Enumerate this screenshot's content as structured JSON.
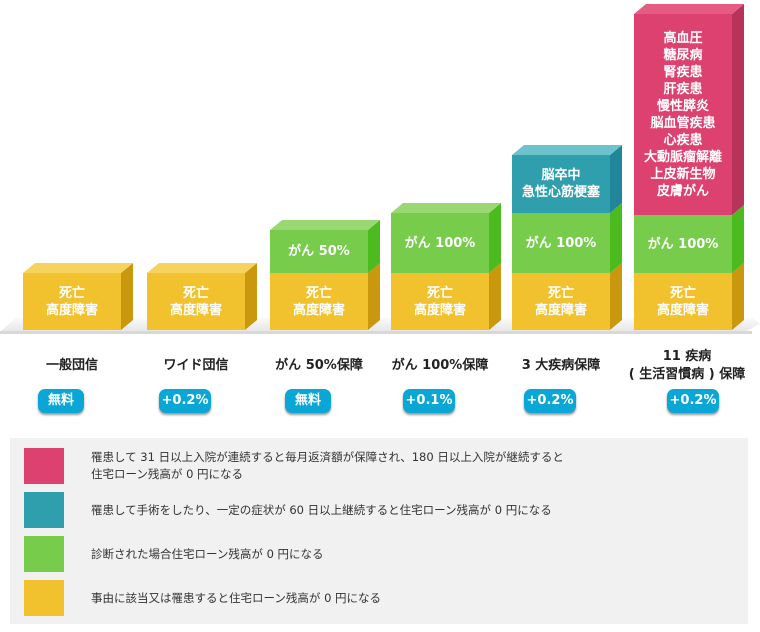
{
  "colors": {
    "yellow": "#f2c12e",
    "green": "#77cc4c",
    "teal": "#2f9fae",
    "pink": "#dc416f",
    "badge": "#0aa7d6"
  },
  "plans": [
    {
      "name": "一般団信",
      "badge": "無料",
      "segments": [
        {
          "type": "yellow",
          "lines": [
            "死亡",
            "高度障害"
          ]
        }
      ]
    },
    {
      "name": "ワイド団信",
      "badge": "+0.2%",
      "segments": [
        {
          "type": "yellow",
          "lines": [
            "死亡",
            "高度障害"
          ]
        }
      ]
    },
    {
      "name": "がん 50%保障",
      "badge": "無料",
      "segments": [
        {
          "type": "yellow",
          "lines": [
            "死亡",
            "高度障害"
          ]
        },
        {
          "type": "green",
          "lines": [
            "がん 50%"
          ]
        }
      ]
    },
    {
      "name": "がん 100%保障",
      "badge": "+0.1%",
      "segments": [
        {
          "type": "yellow",
          "lines": [
            "死亡",
            "高度障害"
          ]
        },
        {
          "type": "green",
          "lines": [
            "がん 100%"
          ]
        }
      ]
    },
    {
      "name": "3 大疾病保障",
      "badge": "+0.2%",
      "segments": [
        {
          "type": "yellow",
          "lines": [
            "死亡",
            "高度障害"
          ]
        },
        {
          "type": "green",
          "lines": [
            "がん 100%"
          ]
        },
        {
          "type": "teal",
          "lines": [
            "脳卒中",
            "急性心筋梗塞"
          ]
        }
      ]
    },
    {
      "name": "11 疾病",
      "name2": "( 生活習慣病 ) 保障",
      "badge": "+0.2%",
      "segments": [
        {
          "type": "yellow",
          "lines": [
            "死亡",
            "高度障害"
          ]
        },
        {
          "type": "green",
          "lines": [
            "がん 100%"
          ]
        },
        {
          "type": "pink",
          "lines": [
            "高血圧",
            "糖尿病",
            "腎疾患",
            "肝疾患",
            "慢性膵炎",
            "脳血管疾患",
            "心疾患",
            "大動脈瘤解離",
            "上皮新生物",
            "皮膚がん"
          ]
        }
      ]
    }
  ],
  "legend": [
    {
      "color": "pink",
      "text": "罹患して 31 日以上入院が連続すると毎月返済額が保障され、180 日以上入院が継続すると",
      "text2": "住宅ローン残高が 0 円になる"
    },
    {
      "color": "teal",
      "text": "罹患して手術をしたり、一定の症状が 60 日以上継続すると住宅ローン残高が 0 円になる"
    },
    {
      "color": "green",
      "text": "診断された場合住宅ローン残高が 0 円になる"
    },
    {
      "color": "yellow",
      "text": "事由に該当又は罹患すると住宅ローン残高が 0 円になる"
    }
  ]
}
